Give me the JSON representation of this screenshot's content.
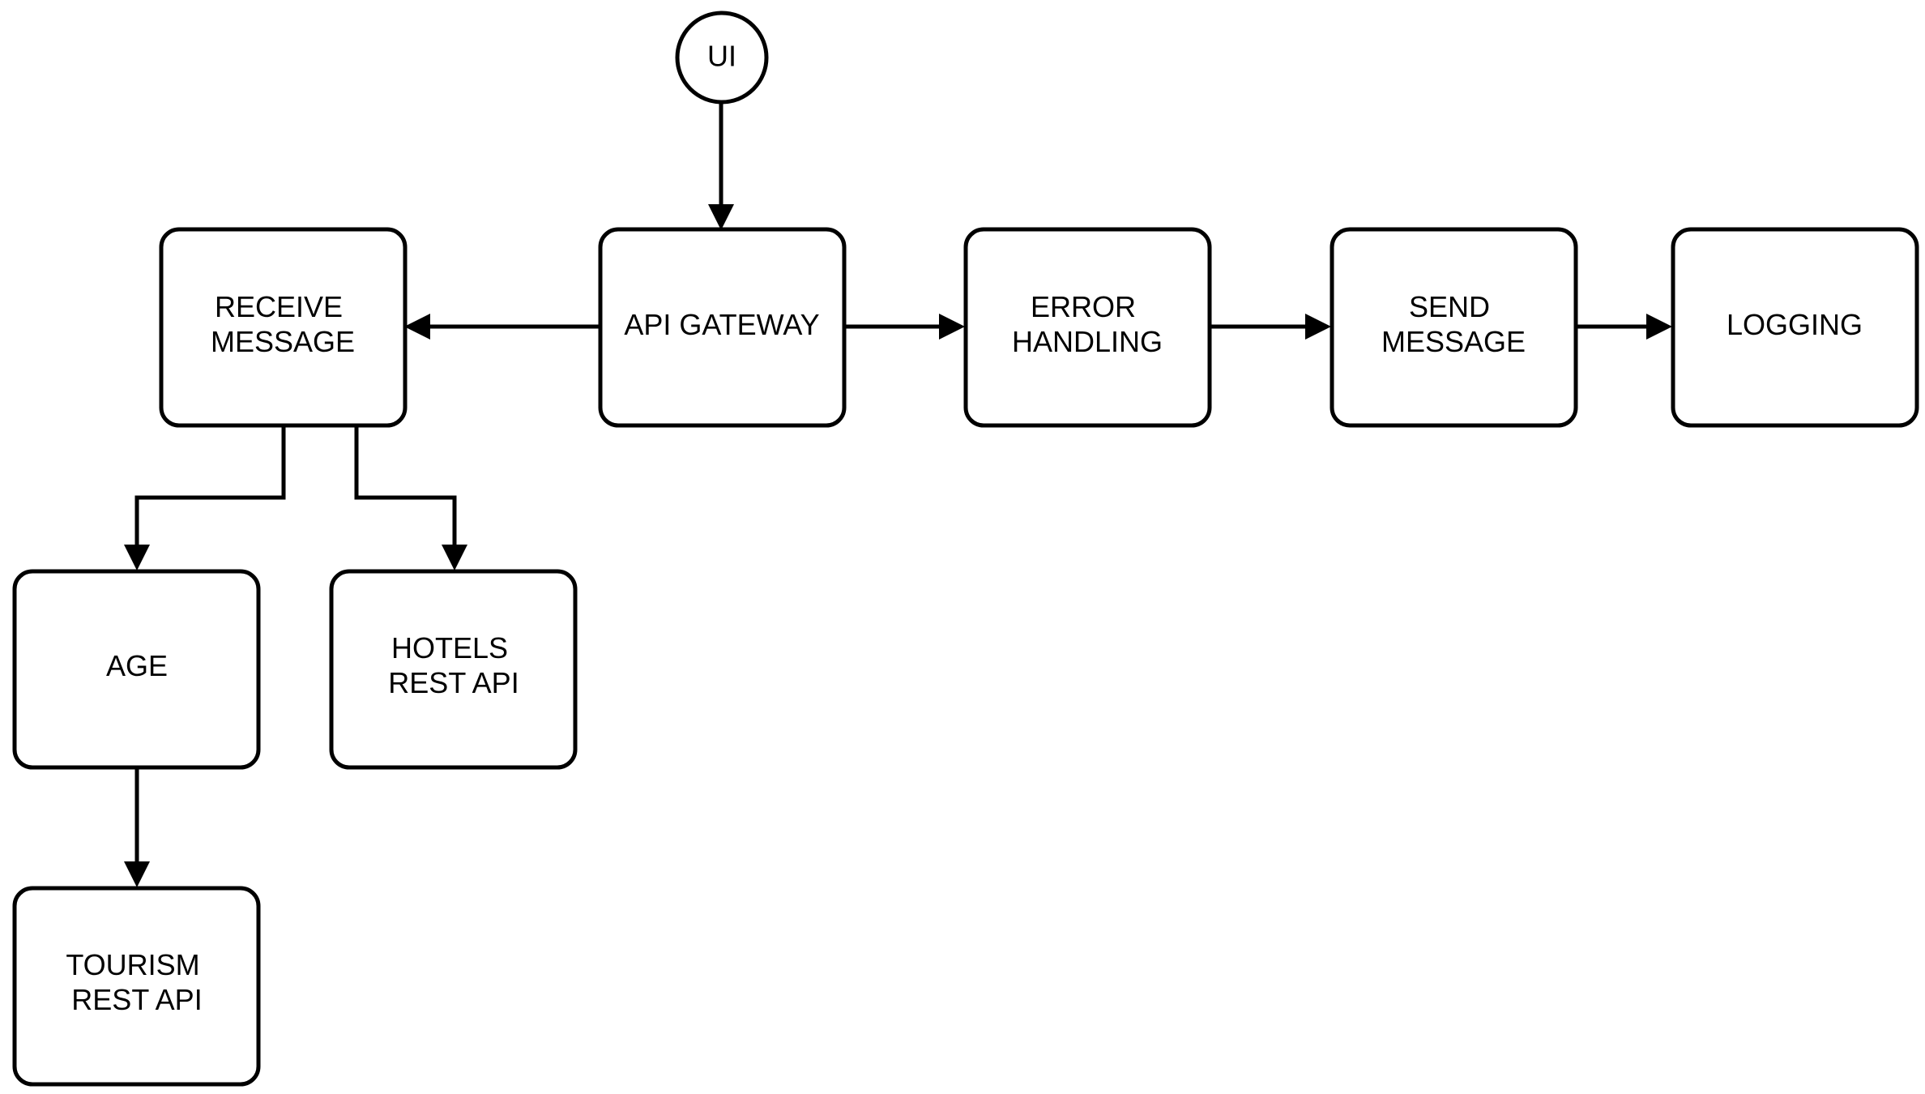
{
  "diagram": {
    "nodes": {
      "ui": {
        "label": "UI"
      },
      "api_gateway": {
        "label": [
          "API GATEWAY"
        ]
      },
      "receive_message": {
        "label": [
          "RECEIVE",
          "MESSAGE"
        ]
      },
      "error_handling": {
        "label": [
          "ERROR",
          "HANDLING"
        ]
      },
      "send_message": {
        "label": [
          "SEND",
          "MESSAGE"
        ]
      },
      "logging": {
        "label": [
          "LOGGING"
        ]
      },
      "age": {
        "label": [
          "AGE"
        ]
      },
      "hotels_rest_api": {
        "label": [
          "HOTELS",
          "REST API"
        ]
      },
      "tourism_rest_api": {
        "label": [
          "TOURISM",
          "REST API"
        ]
      }
    },
    "edges": [
      {
        "from": "ui",
        "to": "api_gateway"
      },
      {
        "from": "api_gateway",
        "to": "receive_message"
      },
      {
        "from": "api_gateway",
        "to": "error_handling"
      },
      {
        "from": "error_handling",
        "to": "send_message"
      },
      {
        "from": "send_message",
        "to": "logging"
      },
      {
        "from": "receive_message",
        "to": "age"
      },
      {
        "from": "receive_message",
        "to": "hotels_rest_api"
      },
      {
        "from": "age",
        "to": "tourism_rest_api"
      }
    ],
    "colors": {
      "stroke": "#000000",
      "fill": "#ffffff",
      "text": "#000000"
    }
  }
}
